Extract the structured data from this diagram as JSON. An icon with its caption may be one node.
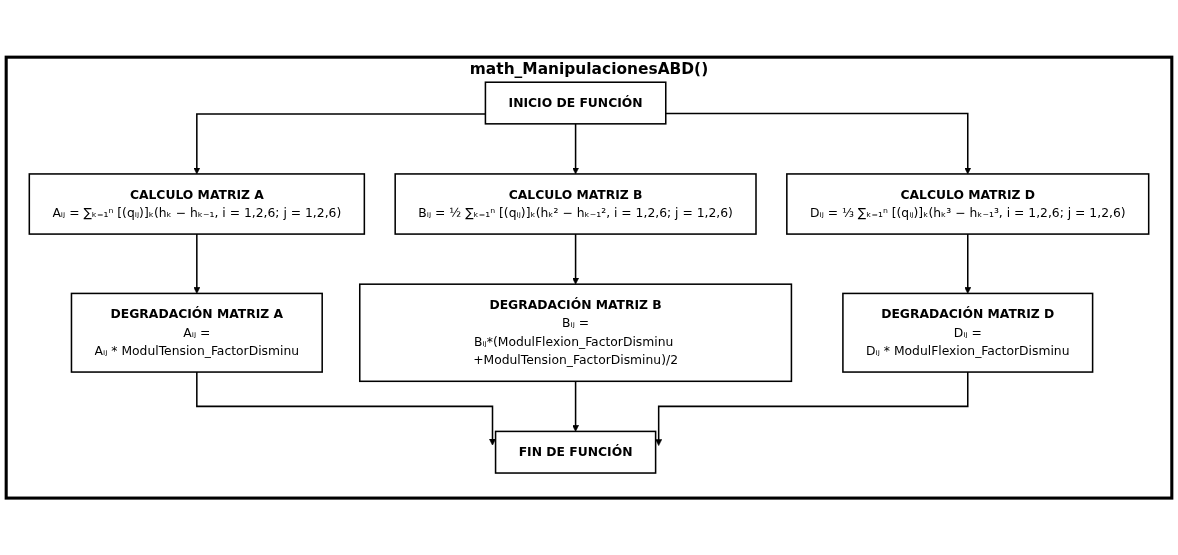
{
  "diagram": {
    "nodes": [
      {
        "text": [
          "math_ManipulacionesABD()"
        ]
      },
      {
        "text": [
          "INICIO DE FUNCIÓN"
        ],
        "in": 0
      },
      {
        "text": [
          "CALCULO MATRIZ A",
          "Aᵢⱼ = ∑ₖ₌₁ⁿ [(qᵢⱼ)]ₖ(hₖ − hₖ₋₁, i = 1,2,6; j = 1,2,6)"
        ],
        "in": 0
      },
      {
        "text": [
          "CALCULO MATRIZ B",
          "Bᵢⱼ = ½ ∑ₖ₌₁ⁿ [(qᵢⱼ)]ₖ(hₖ² − hₖ₋₁², i = 1,2,6; j = 1,2,6)"
        ],
        "in": 0
      },
      {
        "text": [
          "CALCULO MATRIZ D",
          "Dᵢⱼ = ⅓ ∑ₖ₌₁ⁿ [(qᵢⱼ)]ₖ(hₖ³ − hₖ₋₁³, i = 1,2,6; j = 1,2,6)"
        ],
        "in": 0
      },
      {
        "text": [
          "DEGRADACIÓN MATRIZ A",
          "Aᵢⱼ =",
          "Aᵢⱼ * ModulTension_FactorDisminu"
        ],
        "in": 0
      },
      {
        "text": [
          "DEGRADACIÓN MATRIZ B",
          "Bᵢⱼ =",
          "Bᵢⱼ*(ModulFlexion_FactorDisminu +ModulTension_FactorDisminu)/2"
        ],
        "in": 0
      },
      {
        "text": [
          "DEGRADACIÓN MATRIZ D",
          "Dᵢⱼ =",
          "Dᵢⱼ * ModulFlexion_FactorDisminu"
        ],
        "in": 0
      },
      {
        "text": [
          "FIN DE FUNCIÓN"
        ],
        "in": 0
      }
    ],
    "edges": [
      {
        "from": 1,
        "to": 2,
        "arrow": "to"
      },
      {
        "from": 1,
        "to": 3,
        "arrow": "to"
      },
      {
        "from": 1,
        "to": 4,
        "arrow": "to"
      },
      {
        "from": 2,
        "to": 5,
        "arrow": "to"
      },
      {
        "from": 3,
        "to": 6,
        "arrow": "to"
      },
      {
        "from": 4,
        "to": 7,
        "arrow": "to"
      },
      {
        "from": 5,
        "to": 8,
        "arrow": "to"
      },
      {
        "from": 6,
        "to": 8,
        "arrow": "to"
      },
      {
        "from": 7,
        "to": 8,
        "arrow": "to"
      }
    ]
  }
}
